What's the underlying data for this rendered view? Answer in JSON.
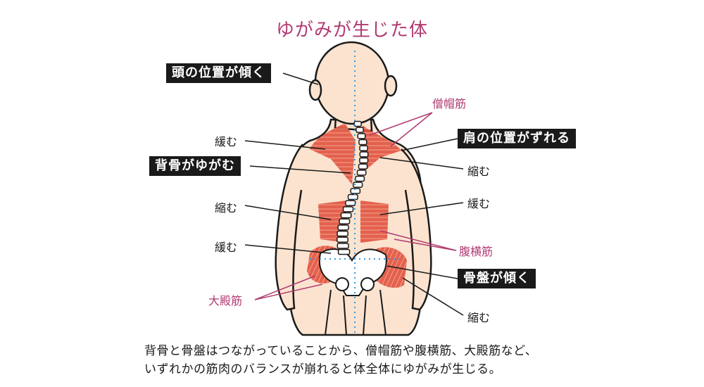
{
  "title": "ゆがみが生じた体",
  "colors": {
    "accent": "#b13b72",
    "muscle": "#e0533f",
    "skin": "#fbe3cf",
    "axis": "#3a9ad9"
  },
  "callouts": {
    "head_tilt": "頭の位置が傾く",
    "shoulder_shift": "肩の位置がずれる",
    "spine_curve": "背骨がゆがむ",
    "pelvis_tilt": "骨盤が傾く"
  },
  "muscles": {
    "trapezius": "僧帽筋",
    "transverse_abdominis": "腹横筋",
    "gluteus_maximus": "大殿筋"
  },
  "states": {
    "left_upper": "緩む",
    "right_upper": "縮む",
    "left_middle": "縮む",
    "right_middle": "緩む",
    "left_lower": "緩む",
    "right_lower": "縮む"
  },
  "caption": {
    "line1": "背骨と骨盤はつながっていることから、僧帽筋や腹横筋、大殿筋など、",
    "line2": "いずれかの筋肉のバランスが崩れると体全体にゆがみが生じる。"
  }
}
